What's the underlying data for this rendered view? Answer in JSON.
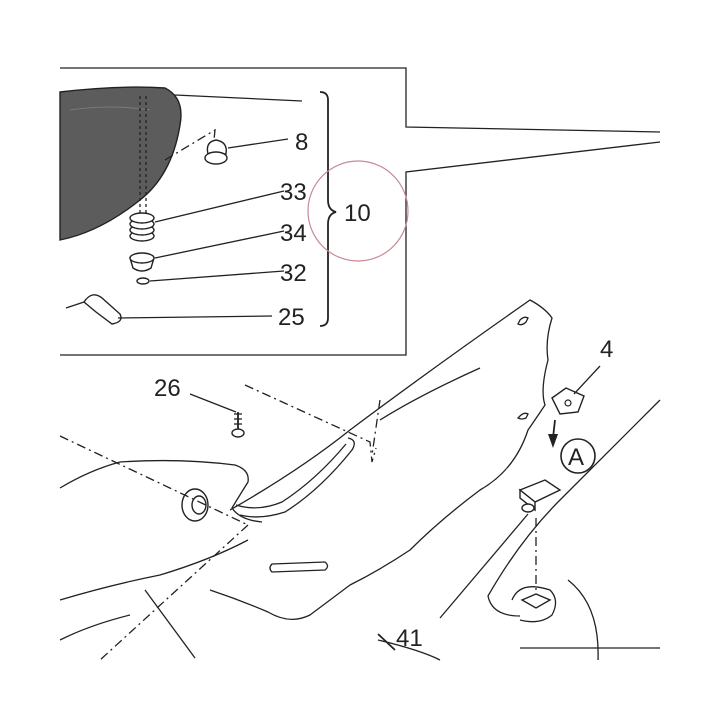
{
  "callouts": {
    "c8": "8",
    "c33": "33",
    "c10": "10",
    "c34": "34",
    "c32": "32",
    "c25": "25",
    "c26": "26",
    "c4": "4",
    "cA": "A",
    "c41": "41"
  },
  "colors": {
    "line": "#222222",
    "seat": "#5c5c5c",
    "highlight_circle": "#c98a94"
  }
}
